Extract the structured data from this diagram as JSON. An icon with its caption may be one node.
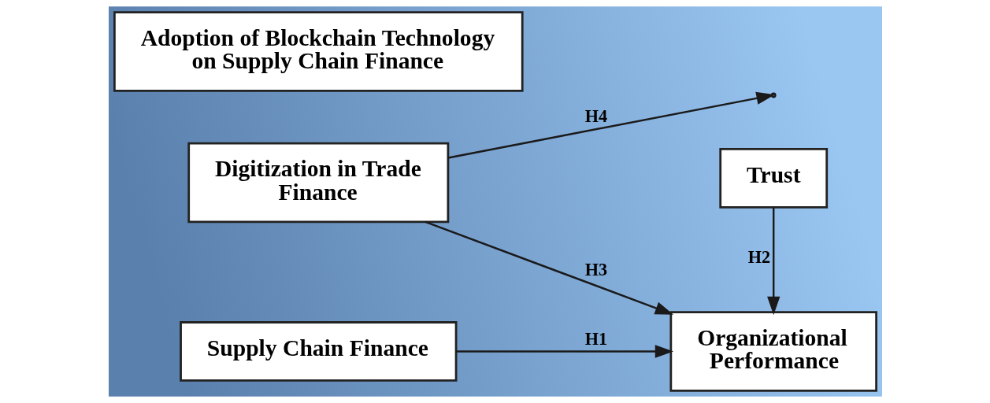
{
  "diagram": {
    "nodes": [
      {
        "text": [
          "Digitization in Trade Finance"
        ]
      },
      {
        "text": [
          "Trust"
        ]
      },
      {
        "text": [
          "Adoption of Blockchain Technology on Supply Chain Finance"
        ]
      },
      {
        "text": [
          "Supply Chain Finance"
        ]
      },
      {
        "text": [
          "Organizational Performance"
        ]
      }
    ],
    "edges": [
      {
        "from": 3,
        "to": 4,
        "label": "H1",
        "arrow": "to"
      },
      {
        "from": 1,
        "to": 4,
        "label": "H2",
        "arrow": "to"
      },
      {
        "from": 0,
        "to": 4,
        "label": "H3",
        "arrow": "to"
      },
      {
        "from": 0,
        "to": null,
        "label": "H4",
        "arrow": "to"
      }
    ]
  }
}
